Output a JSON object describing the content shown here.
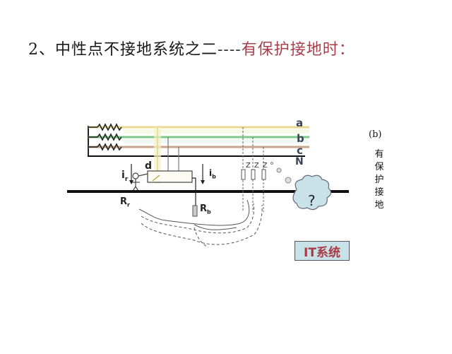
{
  "title": {
    "prefix": "2、中性点不接地系统之二",
    "dashes": "----",
    "highlight": "有保护接地时："
  },
  "diagram": {
    "phase_labels": [
      "a",
      "b",
      "c",
      "N"
    ],
    "phase_colors": [
      "#e8d890",
      "#7cc98a",
      "#c9a48a",
      "#111111"
    ],
    "person_current_label": "ir",
    "equipment_label": "d",
    "equipment_current_label": "ib",
    "person_resistance_label": "Rr",
    "ground_resistance_label": "Rb",
    "impedance_labels": [
      "Z",
      "Z",
      "Z"
    ],
    "cloud_label": "?",
    "side_caption": "(b)",
    "side_vertical_text": [
      "有",
      "保",
      "护",
      "接",
      "地"
    ],
    "system_badge": "IT系统",
    "badge_bg": "#c9e2e8",
    "badge_text_color": "#a83a45"
  }
}
